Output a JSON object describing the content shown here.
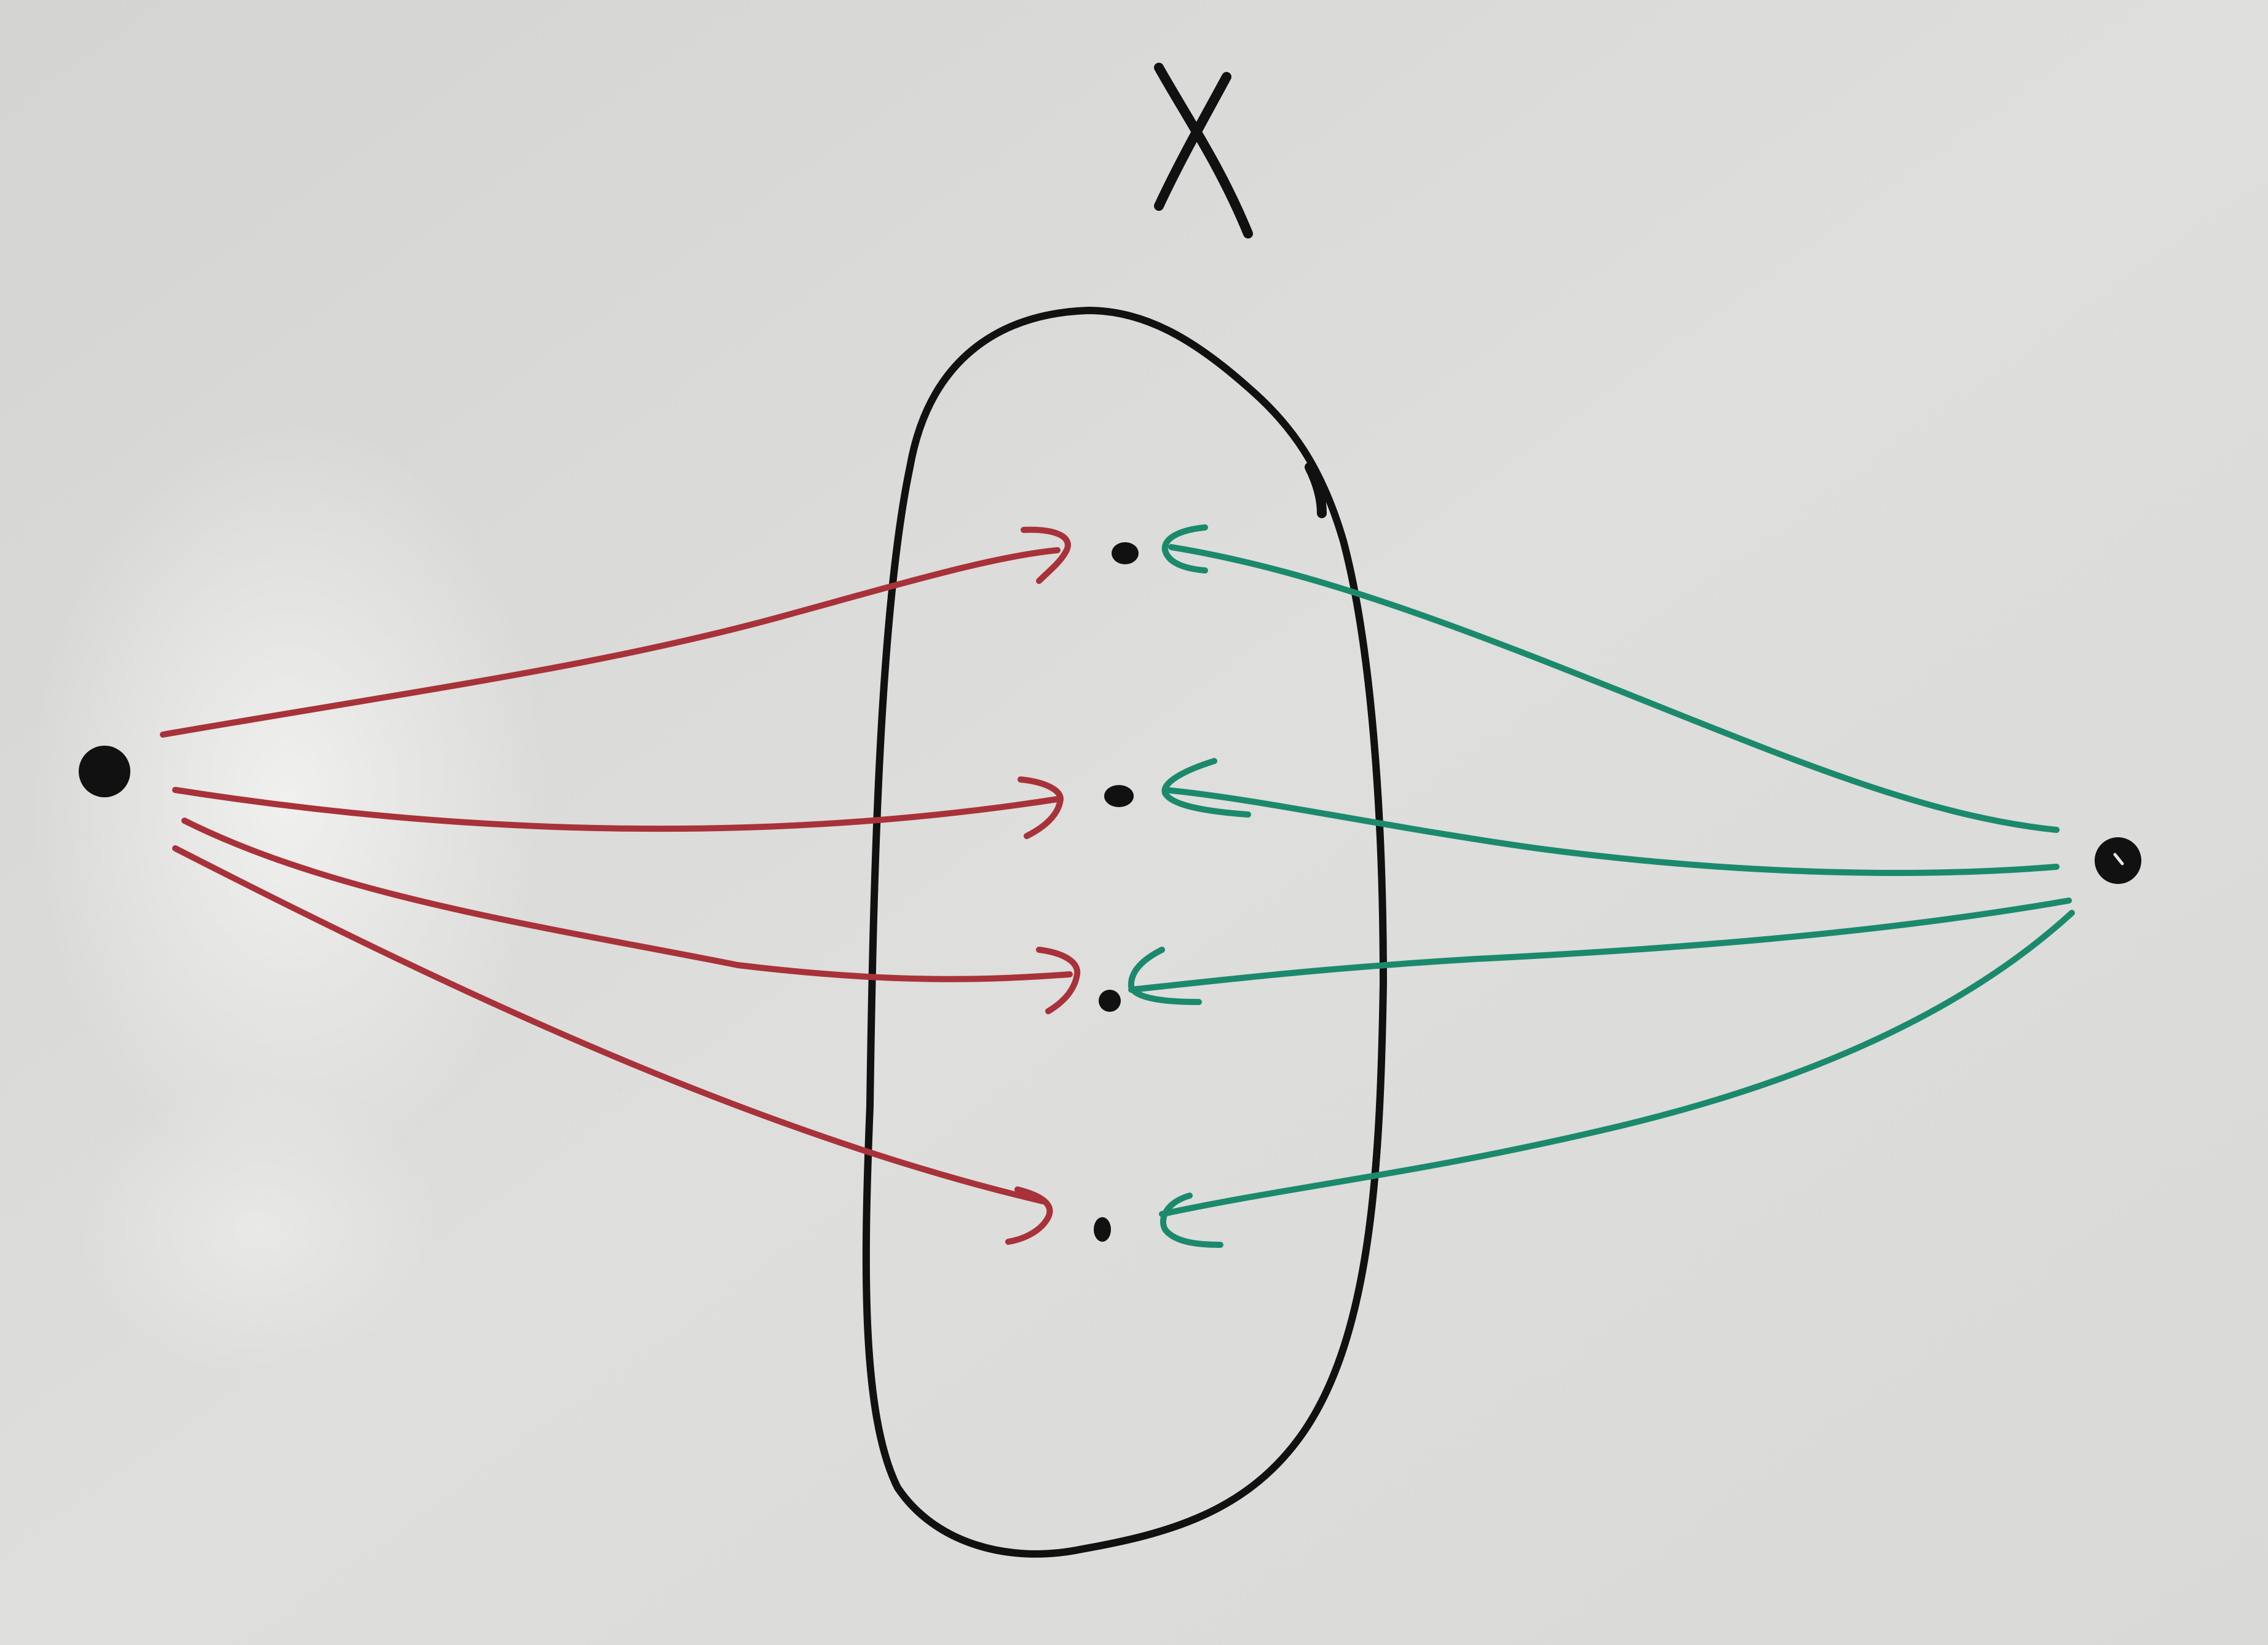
{
  "diagram": {
    "title": "X",
    "colors": {
      "board": "#dcdcda",
      "ink_black": "#111111",
      "ink_red": "#a8323a",
      "ink_green": "#1b8a6c"
    },
    "nodes": [
      {
        "id": "left-source",
        "label": ""
      },
      {
        "id": "right-source",
        "label": ""
      },
      {
        "id": "x-point-1",
        "label": ""
      },
      {
        "id": "x-point-2",
        "label": ""
      },
      {
        "id": "x-point-3",
        "label": ""
      },
      {
        "id": "x-point-4",
        "label": ""
      }
    ],
    "edges": [
      {
        "from": "left-source",
        "to": "x-point-1",
        "color": "red"
      },
      {
        "from": "left-source",
        "to": "x-point-2",
        "color": "red"
      },
      {
        "from": "left-source",
        "to": "x-point-3",
        "color": "red"
      },
      {
        "from": "left-source",
        "to": "x-point-4",
        "color": "red"
      },
      {
        "from": "right-source",
        "to": "x-point-1",
        "color": "green"
      },
      {
        "from": "right-source",
        "to": "x-point-2",
        "color": "green"
      },
      {
        "from": "right-source",
        "to": "x-point-3",
        "color": "green"
      },
      {
        "from": "right-source",
        "to": "x-point-4",
        "color": "green"
      }
    ]
  }
}
